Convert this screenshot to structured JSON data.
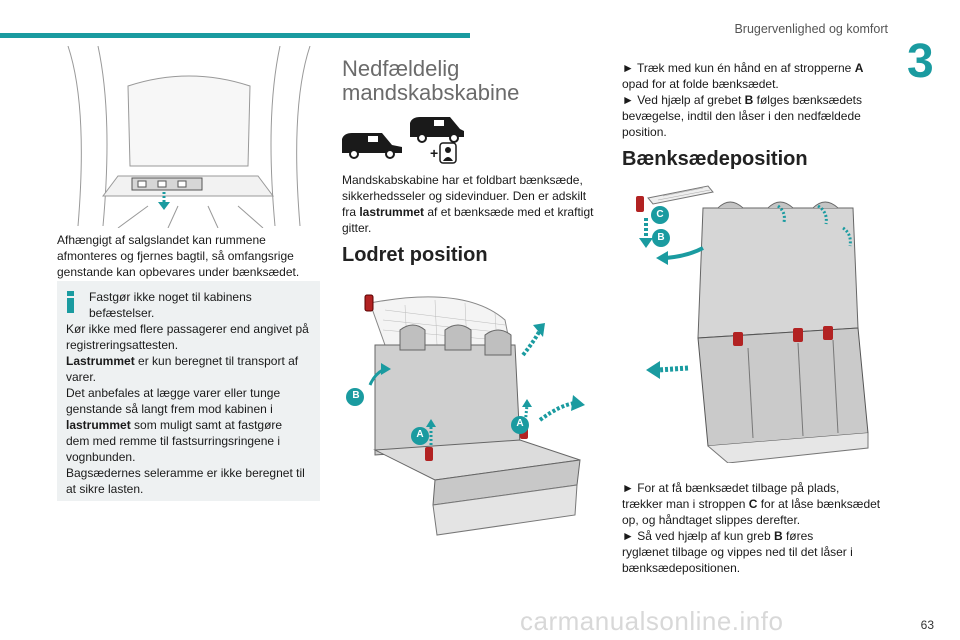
{
  "header": {
    "title": "Brugervenlighed og komfort",
    "chapter": "3"
  },
  "left": {
    "paragraph": "Afhængigt af salgslandet kan rummene afmonteres og fjernes bagtil, så omfangsrige genstande kan opbevares under bænksædet.",
    "paragraph_lines": [
      "Afhængigt af salgslandet kan rummene",
      "afmonteres og fjernes bagtil, så omfangsrige",
      "genstande kan opbevares under bænksædet."
    ],
    "info_lines": [
      "Fastgør ikke noget til kabinens",
      "befæstelser.",
      "Kør ikke med flere passagerer end angivet på",
      "registreringsattesten.",
      "er kun beregnet til transport af",
      "varer.",
      "Det anbefales at lægge varer eller tunge",
      "genstande så langt frem mod kabinen i",
      "som muligt samt at fastgøre",
      "dem med remme til fastsurringsringene i",
      "vognbunden.",
      "Bagsædernes seleramme er ikke beregnet til",
      "at sikre lasten."
    ],
    "bold_lastrummet_1": "Lastrummet",
    "bold_lastrummet_2": "lastrummet"
  },
  "middle": {
    "heading_line1": "Nedfældelig",
    "heading_line2": "mandskabskabine",
    "plus_sign": "+",
    "para_line1": "Mandskabskabine har et foldbart bænksæde,",
    "para_line2": "sikkerhedsseler og sidevinduer. Den er adskilt",
    "para_line3_pre": "fra ",
    "para_line3_bold": "lastrummet",
    "para_line3_post": " af et bænksæde med et kraftigt",
    "para_line4": "gitter.",
    "subheading": "Lodret position",
    "labels": {
      "a": "A",
      "b": "B"
    }
  },
  "right": {
    "step1_line1_pre": "► Træk med kun én hånd en af stropperne ",
    "step1_line1_bold": "A",
    "step1_line2": "opad for at folde bænksædet.",
    "step2_line1_pre": "► Ved hjælp af grebet ",
    "step2_line1_bold": "B",
    "step2_line1_post": " følges bænksædets",
    "step2_line2": "bevægelse, indtil den låser i den nedfældede",
    "step2_line3": "position.",
    "subheading": "Bænksædeposition",
    "labels": {
      "b": "B",
      "c": "C"
    },
    "step3_line1": "► For at få bænksædet tilbage på plads,",
    "step3_line2_pre": "trækker man i stroppen ",
    "step3_line2_bold": "C",
    "step3_line2_post": " for at låse bænksædet",
    "step3_line3": "op, og håndtaget slippes derefter.",
    "step4_line1_pre": "► Så ved hjælp af kun greb ",
    "step4_line1_bold": "B",
    "step4_line1_post": " føres",
    "step4_line2": "ryglænet tilbage og vippes ned til det låser i",
    "step4_line3": "bænksædepositionen."
  },
  "footer": {
    "page": "63",
    "watermark": "carmanualsonline.info"
  },
  "colors": {
    "accent": "#1a9ba0",
    "info_bg": "#eef1f2",
    "strap_red": "#b22222"
  }
}
